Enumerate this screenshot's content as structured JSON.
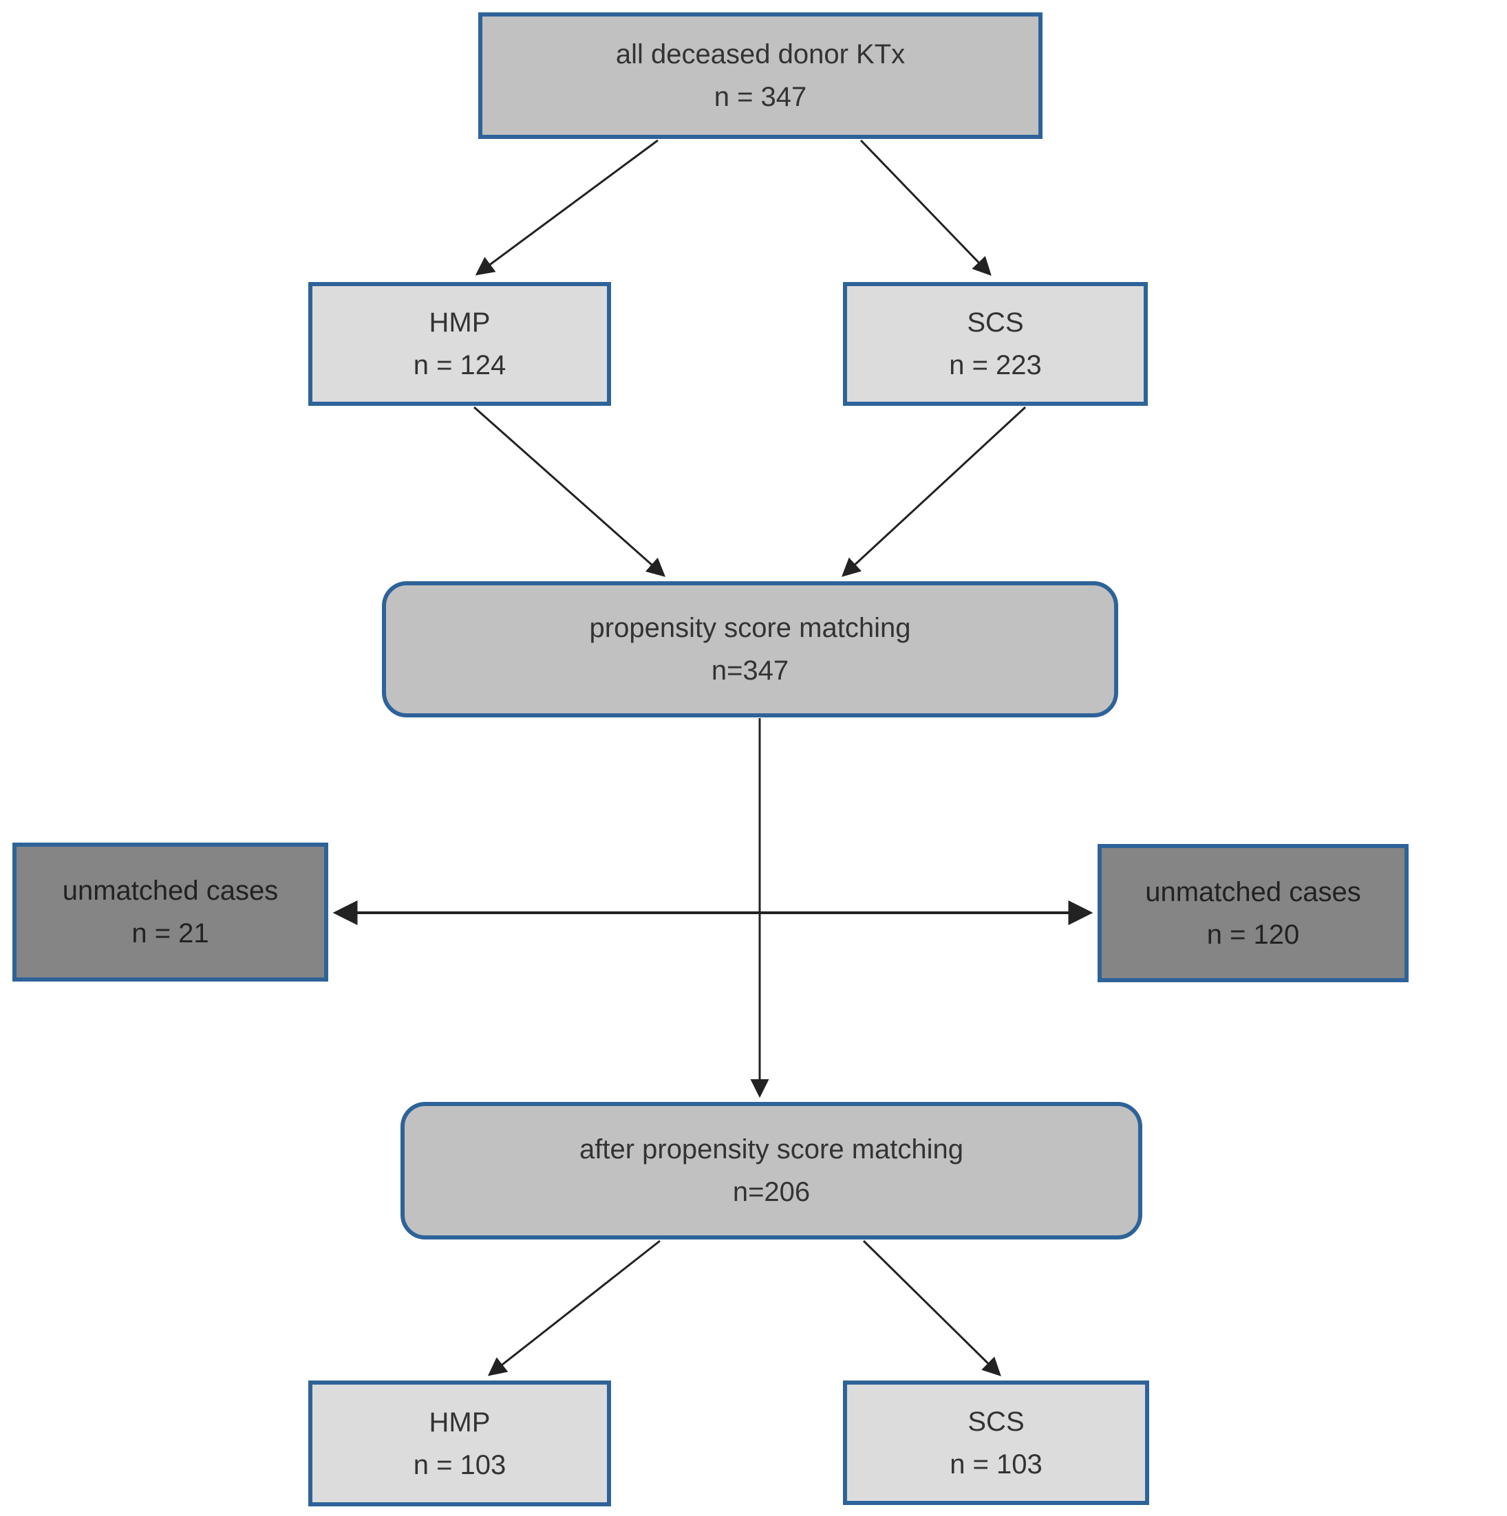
{
  "colors": {
    "box_border_blue": "#2e6399",
    "fill_medium_gray": "#c1c1c1",
    "fill_light_gray": "#dcdcdc",
    "fill_dark_gray": "#858585",
    "arrow_black": "#222222",
    "background": "#ffffff"
  },
  "nodes": {
    "all_ktx": {
      "label": "all deceased donor KTx",
      "count": "n = 347"
    },
    "hmp_pre": {
      "label": "HMP",
      "count": "n = 124"
    },
    "scs_pre": {
      "label": "SCS",
      "count": "n = 223"
    },
    "psm": {
      "label": "propensity score matching",
      "count": "n=347"
    },
    "unmatched_hmp": {
      "label": "unmatched cases",
      "count": "n = 21"
    },
    "unmatched_scs": {
      "label": "unmatched cases",
      "count": "n = 120"
    },
    "after_psm": {
      "label": "after propensity score matching",
      "count": "n=206"
    },
    "hmp_post": {
      "label": "HMP",
      "count": "n = 103"
    },
    "scs_post": {
      "label": "SCS",
      "count": "n = 103"
    }
  },
  "edges": [
    {
      "from": "all_ktx",
      "to": "hmp_pre"
    },
    {
      "from": "all_ktx",
      "to": "scs_pre"
    },
    {
      "from": "hmp_pre",
      "to": "psm"
    },
    {
      "from": "scs_pre",
      "to": "psm"
    },
    {
      "from": "psm",
      "to": "unmatched_hmp"
    },
    {
      "from": "psm",
      "to": "unmatched_scs"
    },
    {
      "from": "psm",
      "to": "after_psm"
    },
    {
      "from": "after_psm",
      "to": "hmp_post"
    },
    {
      "from": "after_psm",
      "to": "scs_post"
    }
  ]
}
